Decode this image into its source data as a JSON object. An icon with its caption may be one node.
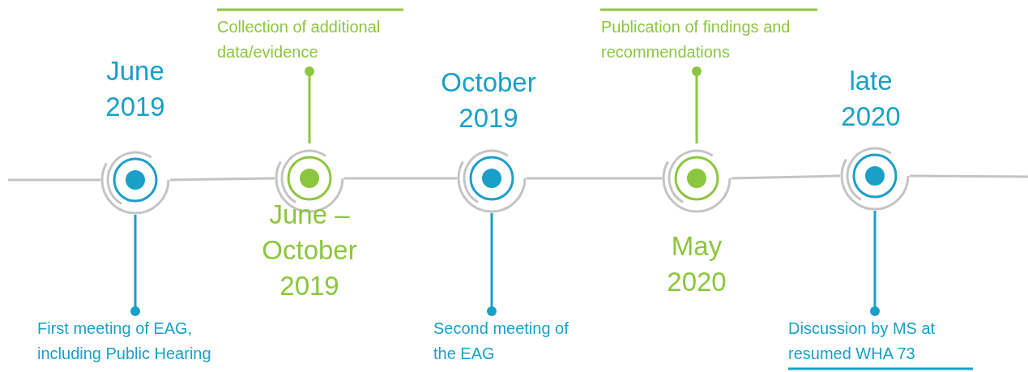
{
  "diagram": {
    "nodes": [
      {
        "text": [],
        "shape": "circle",
        "beside": [
          "June 2019"
        ]
      },
      {
        "text": [
          "First meeting of EAG, including Public Hearing"
        ]
      },
      {
        "text": [],
        "shape": "circle",
        "beside": [
          "June – October 2019"
        ]
      },
      {
        "text": [
          "Collection of additional data/evidence"
        ]
      },
      {
        "text": [],
        "shape": "circle",
        "beside": [
          "October 2019"
        ]
      },
      {
        "text": [
          "Second meeting of the EAG"
        ]
      },
      {
        "text": [],
        "shape": "circle",
        "beside": [
          "May 2020"
        ]
      },
      {
        "text": [
          "Publication of findings and recommendations"
        ]
      },
      {
        "text": [],
        "shape": "circle",
        "beside": [
          "late 2020"
        ]
      },
      {
        "text": [
          "Discussion by MS at resumed WHA 73"
        ]
      }
    ],
    "edges": [
      {
        "from": 0,
        "to": 2,
        "arrow": "none"
      },
      {
        "from": 2,
        "to": 4,
        "arrow": "none"
      },
      {
        "from": 4,
        "to": 6,
        "arrow": "none"
      },
      {
        "from": 6,
        "to": 8,
        "arrow": "none"
      },
      {
        "from": 1,
        "to": 0,
        "arrow": "other",
        "color": "#1a9fc9"
      },
      {
        "from": 3,
        "to": 2,
        "arrow": "other",
        "color": "#8cc63f"
      },
      {
        "from": 5,
        "to": 4,
        "arrow": "other",
        "color": "#1a9fc9"
      },
      {
        "from": 7,
        "to": 6,
        "arrow": "other",
        "color": "#8cc63f"
      },
      {
        "from": 9,
        "to": 8,
        "arrow": "other",
        "color": "#1a9fc9"
      }
    ]
  }
}
